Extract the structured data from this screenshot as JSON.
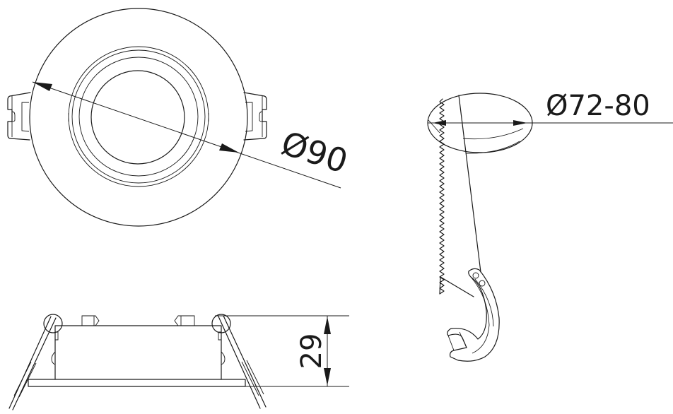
{
  "drawing": {
    "top_view": {
      "diameter_label": "Ø90",
      "outer_diameter_mm": 90
    },
    "cutout_view": {
      "diameter_label": "Ø72-80",
      "cutout_min_mm": 72,
      "cutout_max_mm": 80
    },
    "side_view": {
      "height_label": "29",
      "height_mm": 29
    },
    "colors": {
      "line": "#1a1a1a",
      "background": "#ffffff"
    }
  }
}
